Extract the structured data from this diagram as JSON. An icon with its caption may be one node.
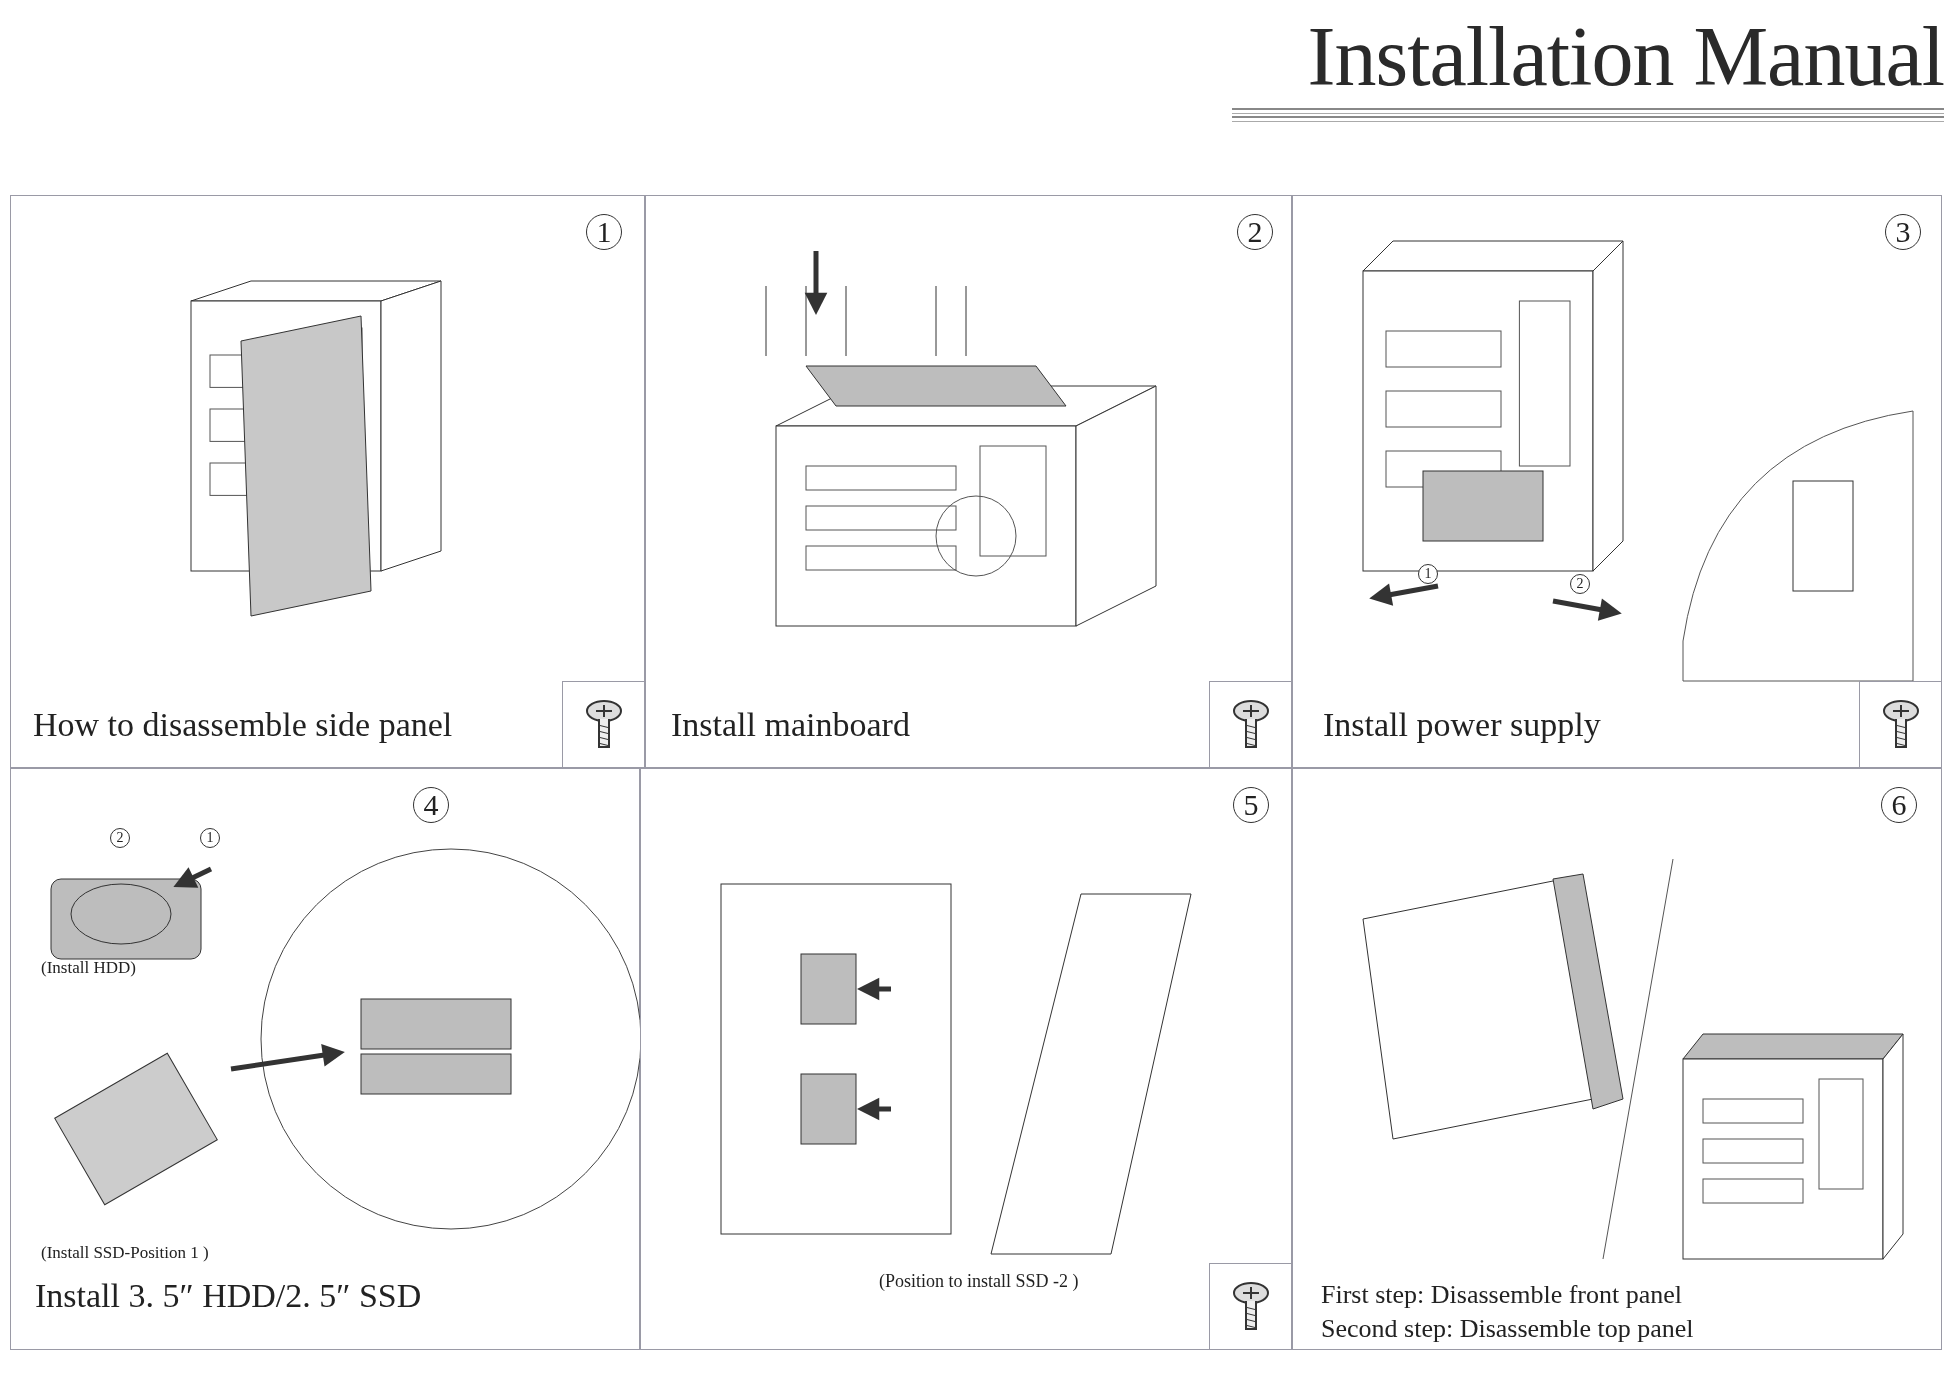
{
  "diagram": {
    "title": "Installation Manual",
    "nodes": [
      {
        "text": [
          "1",
          "How to disassemble side panel"
        ]
      },
      {
        "text": [
          "2",
          "Install mainboard"
        ]
      },
      {
        "text": [
          "3",
          "Install power supply"
        ]
      },
      {
        "text": [
          "4",
          "(Install HDD)",
          "(Install SSD-Position 1 )",
          "Install 3. 5″ HDD/2. 5″ SSD"
        ]
      },
      {
        "text": [
          "5",
          "(Position to install SSD -2 )"
        ]
      },
      {
        "text": [
          "6",
          "First step: Disassemble front panel",
          "Second step: Disassemble top panel"
        ]
      }
    ],
    "labels": [
      "1",
      "2",
      "2",
      "1"
    ]
  }
}
